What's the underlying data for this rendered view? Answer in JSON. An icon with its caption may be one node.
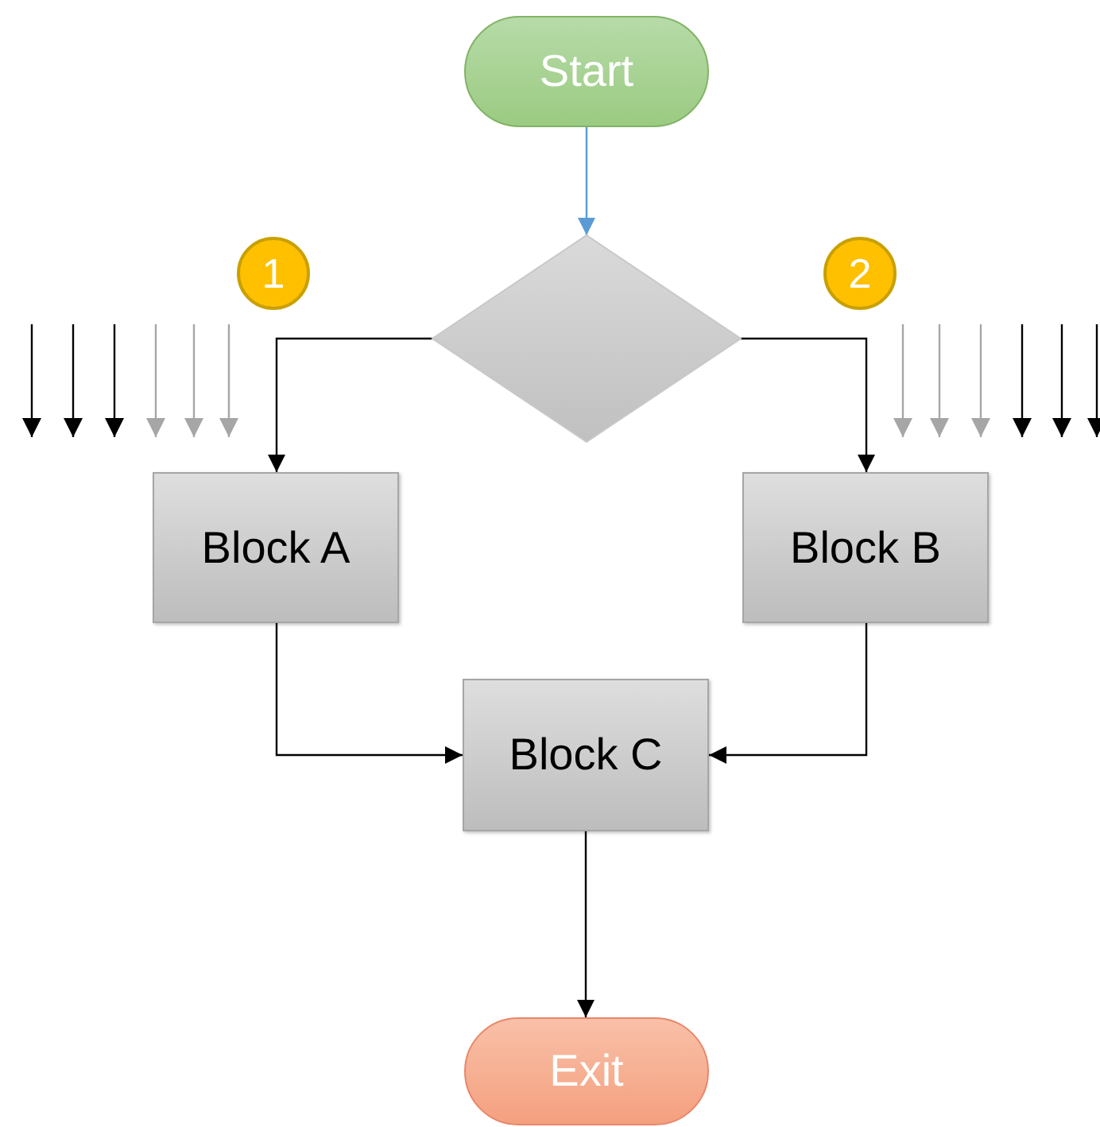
{
  "diagram": {
    "nodes": [
      {
        "text": [
          "Start"
        ]
      },
      {
        "text": [
          "1"
        ]
      },
      {
        "text": [],
        "shape": "diamond"
      },
      {
        "text": [
          "2"
        ]
      },
      {
        "text": [
          "Block A"
        ]
      },
      {
        "text": [
          "Block B"
        ]
      },
      {
        "text": [
          "Block C"
        ]
      },
      {
        "text": [
          "Exit"
        ]
      }
    ],
    "edges": [
      {
        "from": 0,
        "to": 2,
        "arrow": "to",
        "color": "#5b9bd5"
      },
      {
        "from": 2,
        "to": 4,
        "arrow": "to"
      },
      {
        "from": 2,
        "to": 5,
        "arrow": "to"
      },
      {
        "from": 4,
        "to": 6,
        "arrow": "to"
      },
      {
        "from": 5,
        "to": 6,
        "arrow": "to"
      },
      {
        "from": 6,
        "to": 7,
        "arrow": "to"
      }
    ]
  }
}
